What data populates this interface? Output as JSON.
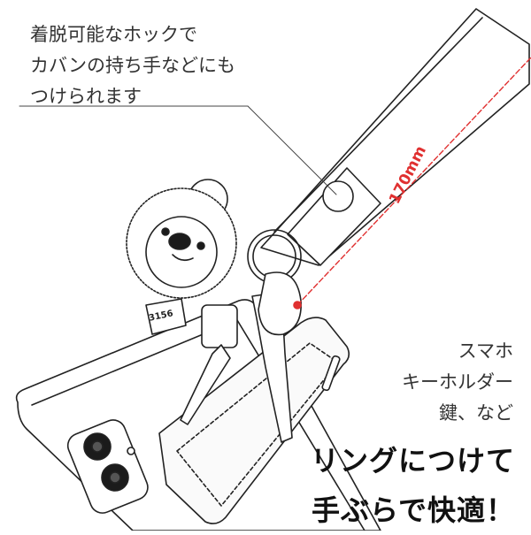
{
  "top_text": [
    "着脱可能なホックで",
    "カバンの持ち手などにも",
    "つけられます"
  ],
  "measure": "170mm",
  "tag_number": "3156",
  "side_text": [
    "スマホ",
    "キーホルダー",
    "鍵、など"
  ],
  "cta": [
    "リングにつけて",
    "手ぶらで快適！"
  ],
  "colors": {
    "measure": "#e03030",
    "line": "#222222"
  }
}
